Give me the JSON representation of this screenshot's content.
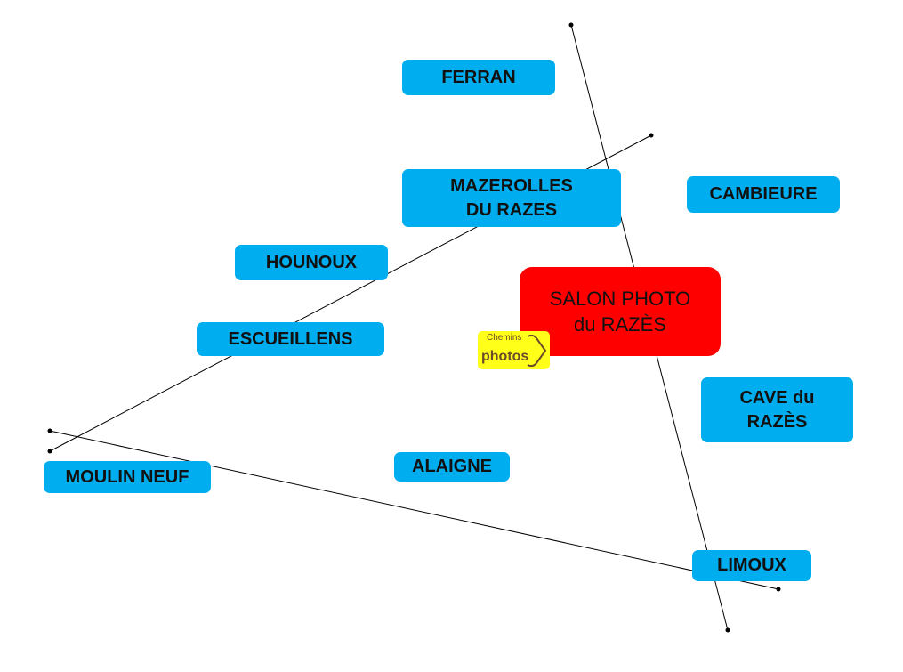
{
  "places": {
    "ferran": "FERRAN",
    "mazerolles": "MAZEROLLES\nDU RAZES",
    "cambieure": "CAMBIEURE",
    "hounoux": "HOUNOUX",
    "escueillens": "ESCUEILLENS",
    "cave": "CAVE du\nRAZÈS",
    "moulin_neuf": "MOULIN NEUF",
    "alaigne": "ALAIGNE",
    "limoux": "LIMOUX"
  },
  "center": {
    "label": "SALON PHOTO\ndu RAZÈS"
  },
  "logo": {
    "line1": "Chemins",
    "line2": "photos"
  },
  "colors": {
    "box": "#00adef",
    "center": "#ff0000",
    "logo": "#ffff1a"
  }
}
